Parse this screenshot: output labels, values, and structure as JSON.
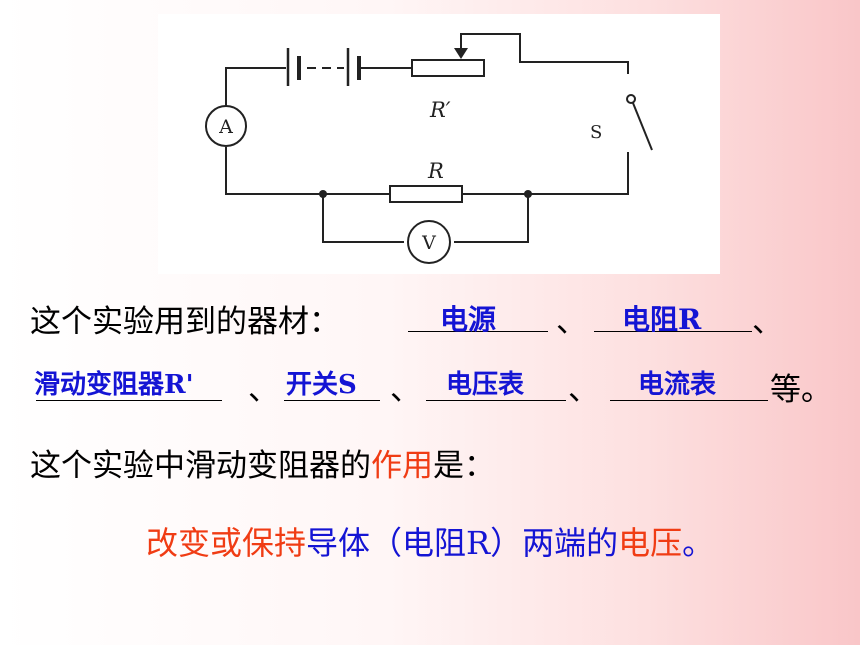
{
  "diagram": {
    "labels": {
      "ammeter": "A",
      "voltmeter": "V",
      "rheostat": "R′",
      "resistor": "R",
      "switch": "S"
    }
  },
  "equipment": {
    "prompt": "这个实验用到的器材：",
    "separator": "、",
    "ending": "等。",
    "answers": [
      "电源",
      "电阻R",
      "滑动变阻器R'",
      "开关S",
      "电压表",
      "电流表"
    ]
  },
  "purpose": {
    "prompt_before": "这个实验中滑动变阻器的",
    "prompt_highlight": "作用",
    "prompt_after": "是：",
    "answer_part1": "改变或保持",
    "answer_part2": "导体（电阻R）两端的",
    "answer_part3": "电压",
    "answer_end": "。"
  },
  "colors": {
    "answer_blue": "#1414d4",
    "highlight_red": "#f03c14"
  }
}
